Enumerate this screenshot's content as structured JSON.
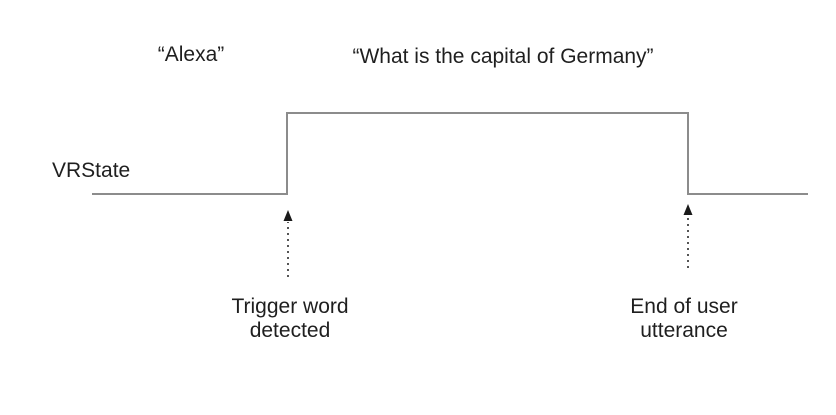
{
  "diagram": {
    "title_semantics": "Voice assistant trigger-word timing diagram",
    "labels": {
      "alexa": "“Alexa”",
      "utterance": "“What is the capital of Germany”",
      "signal": "VRState"
    },
    "annotations": {
      "trigger": {
        "line1": "Trigger word",
        "line2": "detected"
      },
      "end": {
        "line1": "End of user",
        "line2": "utterance"
      }
    },
    "waveform": {
      "signal": "VRState",
      "states": [
        {
          "level": "low",
          "from_event": "start",
          "to_event": "Trigger word detected"
        },
        {
          "level": "high",
          "from_event": "Trigger word detected",
          "to_event": "End of user utterance"
        },
        {
          "level": "low",
          "from_event": "End of user utterance",
          "to_event": "end"
        }
      ],
      "speech_during_low_start": "“Alexa”",
      "speech_during_high": "“What is the capital of Germany”"
    },
    "colors": {
      "line": "#8c8c8c",
      "arrow_line": "#555555",
      "arrow_head": "#1a1a1a",
      "text": "#1f1f1f",
      "background": "#ffffff"
    }
  }
}
